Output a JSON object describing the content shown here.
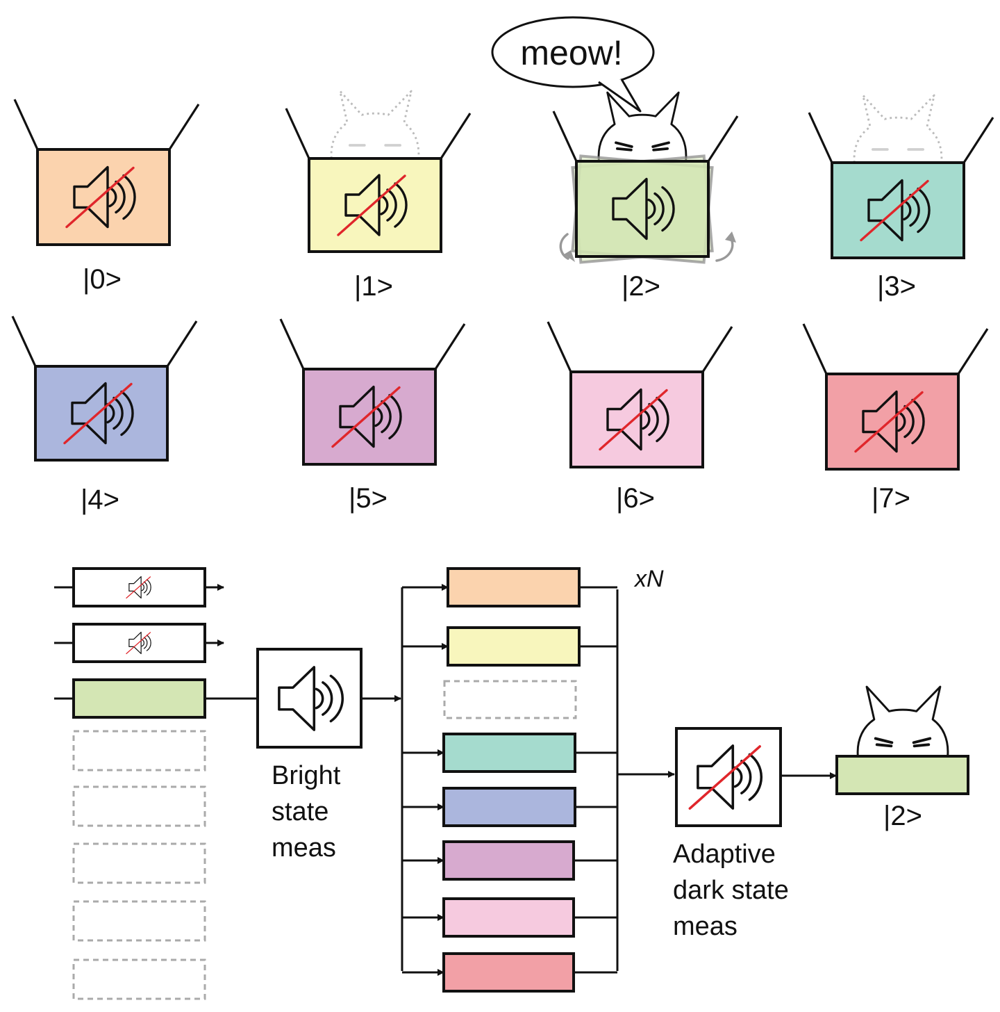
{
  "colors": {
    "state0": "#FBD3AE",
    "state1": "#F8F6BD",
    "state2": "#D4E6B4",
    "state3": "#A5DBCE",
    "state4": "#ABB6DD",
    "state5": "#D7AACF",
    "state6": "#F6CADF",
    "state7": "#F2A0A6",
    "mute_line": "#E0262B",
    "outline": "#111111",
    "ghost": "#BBBBBB"
  },
  "speech_bubble": {
    "text": "meow!"
  },
  "states": [
    {
      "label": "|0>",
      "color_key": "state0"
    },
    {
      "label": "|1>",
      "color_key": "state1"
    },
    {
      "label": "|2>",
      "color_key": "state2"
    },
    {
      "label": "|3>",
      "color_key": "state3"
    },
    {
      "label": "|4>",
      "color_key": "state4"
    },
    {
      "label": "|5>",
      "color_key": "state5"
    },
    {
      "label": "|6>",
      "color_key": "state6"
    },
    {
      "label": "|7>",
      "color_key": "state7"
    }
  ],
  "flow": {
    "bright_label": [
      "Bright",
      "state",
      "meas"
    ],
    "dark_label": [
      "Adaptive",
      "dark state",
      "meas"
    ],
    "repeat_label": "xN",
    "result_label": "|2>"
  },
  "icons": {
    "speaker": "speaker-icon",
    "muted_speaker": "muted-speaker-icon",
    "cat": "cat-icon"
  }
}
